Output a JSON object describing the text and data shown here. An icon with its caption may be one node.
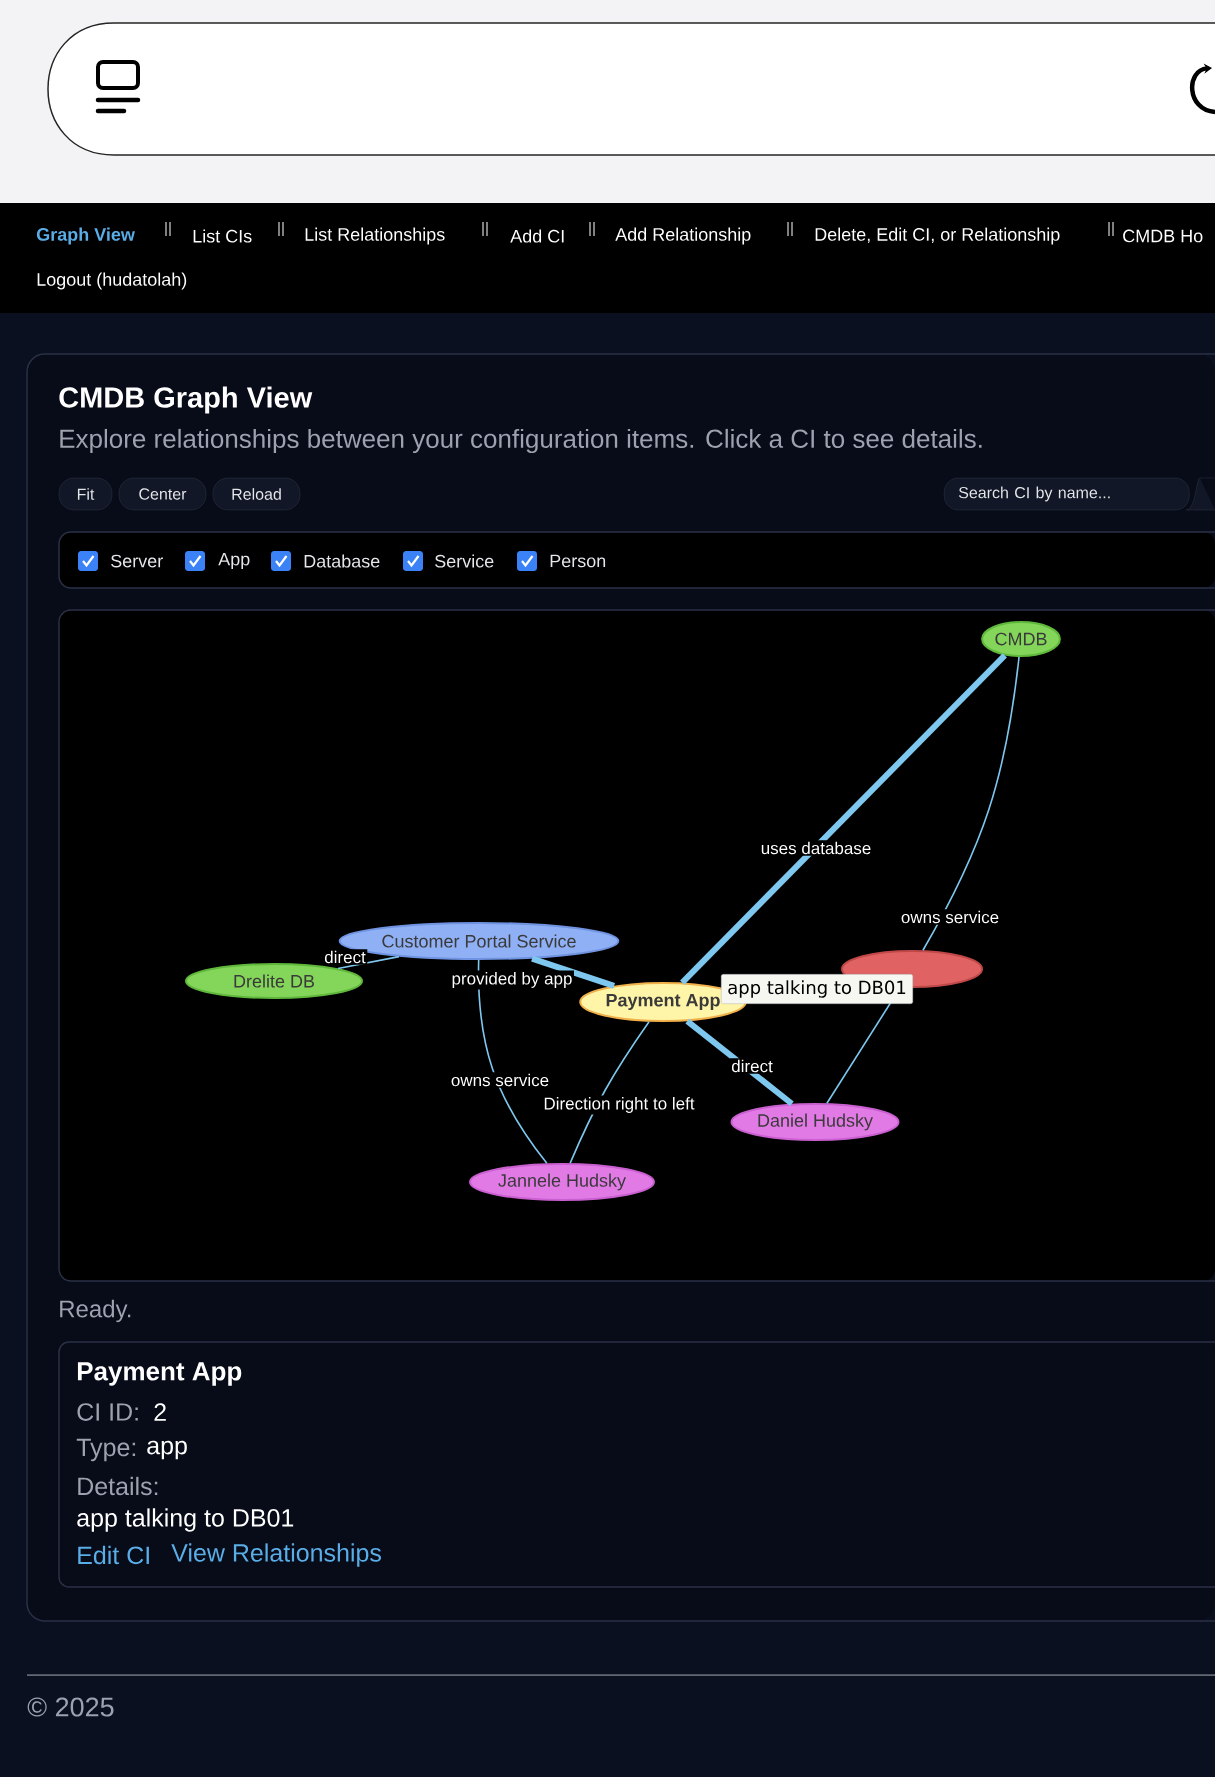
{
  "diagram": {
    "title": "CMDB Graph View",
    "nodes": [
      {
        "text": [
          "CMDB"
        ]
      },
      {
        "text": [
          "Customer Portal Service"
        ]
      },
      {
        "text": [
          "Drelite DB"
        ]
      },
      {
        "text": [
          "Payment App"
        ]
      },
      {
        "text": [],
        "shape": "ellipse"
      },
      {
        "text": [
          "Daniel Hudsky"
        ]
      },
      {
        "text": [
          "Jannele Hudsky"
        ]
      }
    ],
    "edges": [
      {
        "from": 2,
        "to": 1,
        "arrow": "none",
        "label": "direct"
      },
      {
        "from": 1,
        "to": 3,
        "arrow": "none",
        "label": "provided by app",
        "style": "thick"
      },
      {
        "from": 3,
        "to": 0,
        "arrow": "none",
        "label": "uses database",
        "style": "thick"
      },
      {
        "from": 0,
        "to": 4,
        "arrow": "none",
        "label": "owns service"
      },
      {
        "from": 1,
        "to": 6,
        "arrow": "none",
        "label": "owns service"
      },
      {
        "from": 3,
        "to": 6,
        "arrow": "none",
        "label": "Direction right to left"
      },
      {
        "from": 3,
        "to": 5,
        "arrow": "none",
        "label": "direct",
        "style": "thick"
      },
      {
        "from": 4,
        "to": 5,
        "arrow": "none"
      }
    ],
    "labels": [
      "Graph View",
      "List CIs",
      "List Relationships",
      "Add CI",
      "Add Relationship",
      "Delete, Edit CI, or Relationship",
      "CMDB Ho",
      "Logout (hudatolah)",
      "Explore relationships between your configuration items. Click a CI to see details.",
      "Fit",
      "Center",
      "Reload",
      "Search CI by name...",
      "Server",
      "App",
      "Database",
      "Service",
      "Person",
      "app talking to DB01",
      "Ready.",
      "Payment App",
      "CI ID:",
      "2",
      "Type:",
      "app",
      "Details:",
      "app talking to DB01",
      "Edit CI",
      "View Relationships",
      "© 2025"
    ]
  }
}
